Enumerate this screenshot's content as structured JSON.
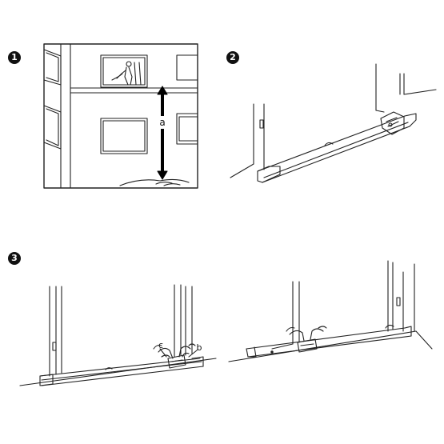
{
  "steps": [
    {
      "number": "1",
      "labels": {
        "height_marker": "a"
      }
    },
    {
      "number": "2"
    },
    {
      "number": "3",
      "labels": {
        "left_callout": "c",
        "right_callout": "b"
      }
    }
  ]
}
